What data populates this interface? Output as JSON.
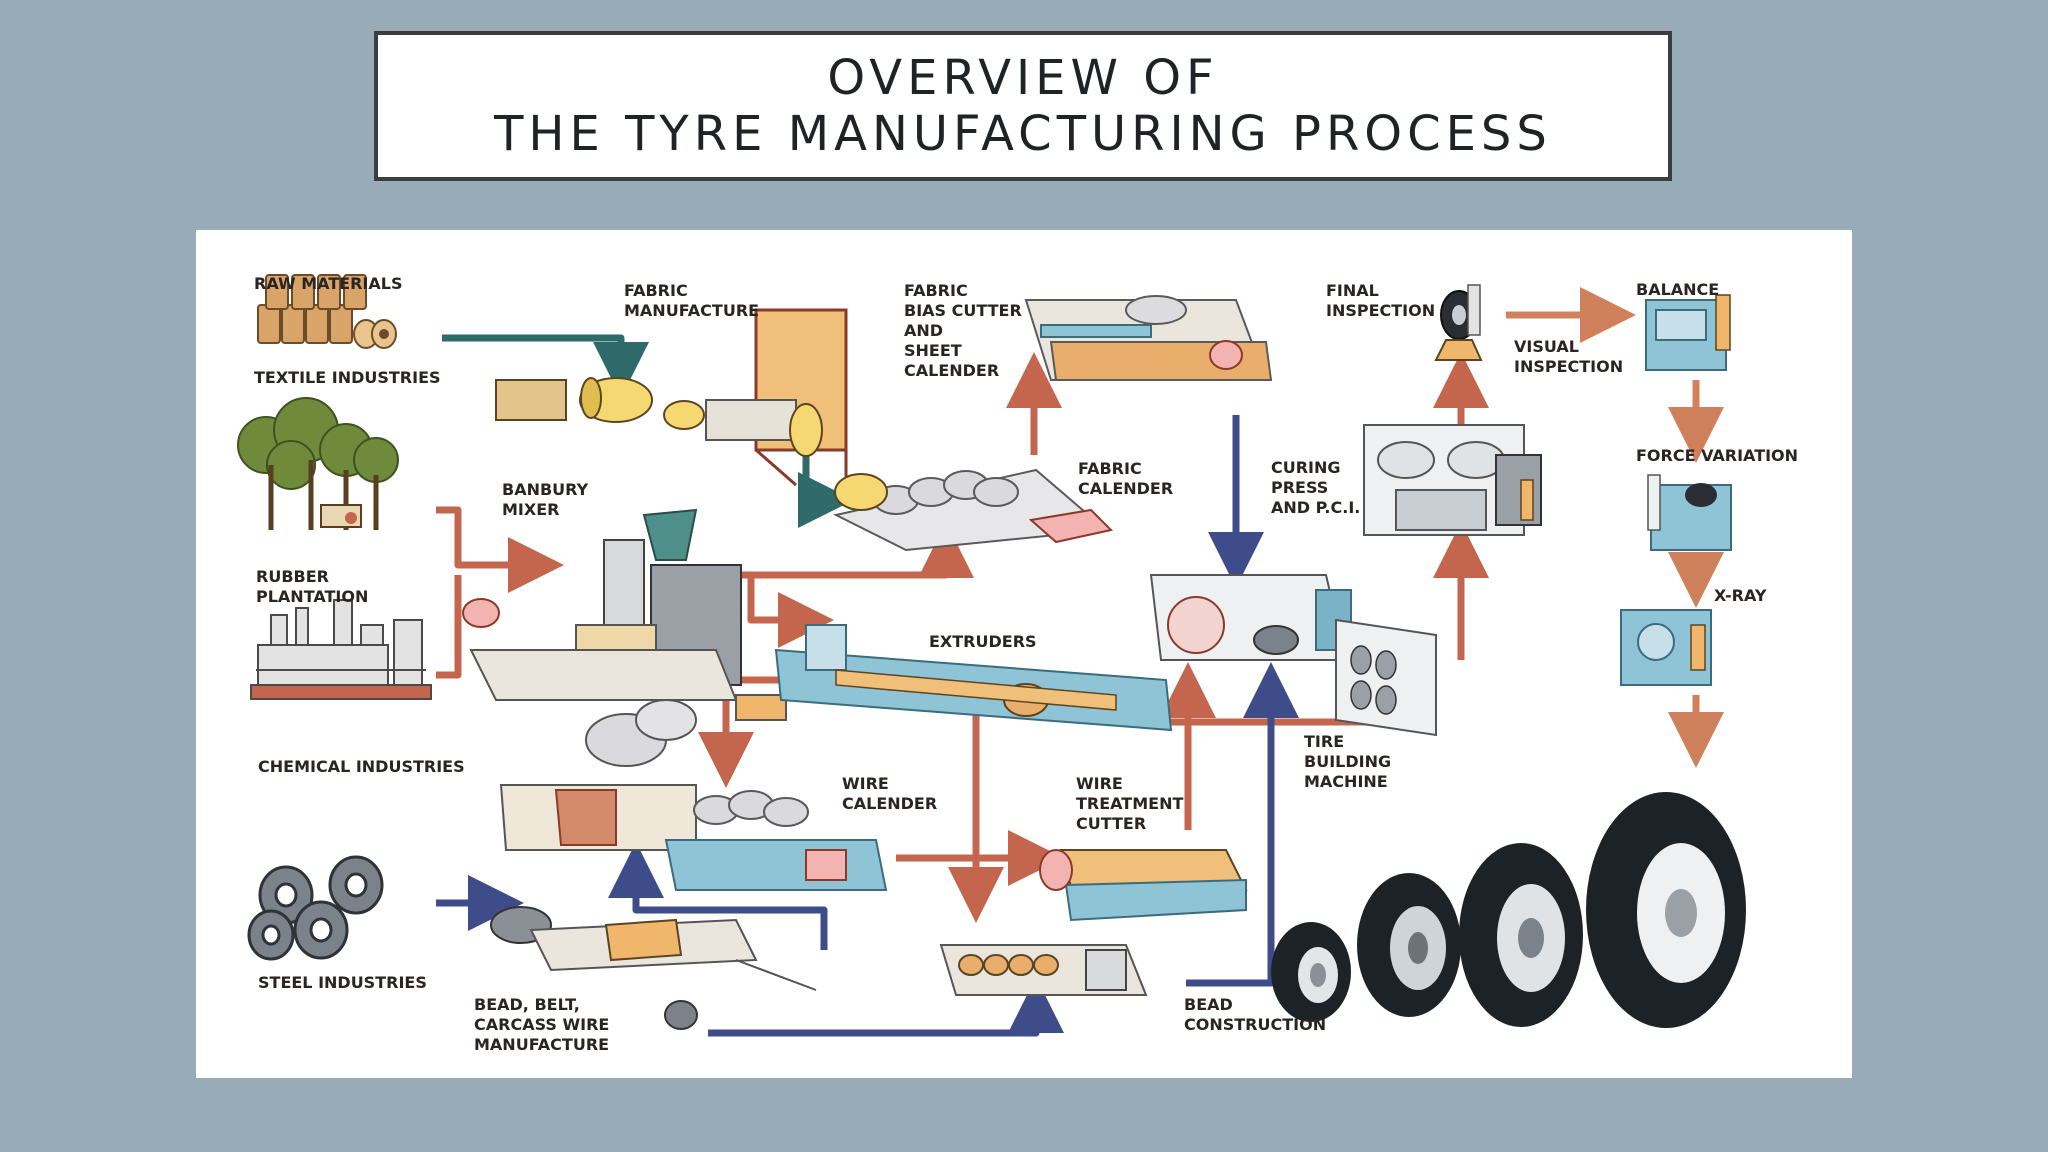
{
  "title": {
    "line1": "OVERVIEW OF",
    "line2": "THE TYRE MANUFACTURING PROCESS"
  },
  "colors": {
    "background": "#98acb7",
    "arrow_teal": "#2e6a6a",
    "arrow_red": "#c4664e",
    "arrow_navy": "#3e4d8a",
    "arrow_orange": "#d0805a",
    "machine_blue": "#8fc3d6",
    "tyre_dark": "#1c2226"
  },
  "labels": {
    "raw_materials": [
      "RAW MATERIALS"
    ],
    "textile_industries": [
      "TEXTILE INDUSTRIES"
    ],
    "rubber_plantation": [
      "RUBBER",
      "PLANTATION"
    ],
    "chemical_industries": [
      "CHEMICAL INDUSTRIES"
    ],
    "steel_industries": [
      "STEEL INDUSTRIES"
    ],
    "fabric_manufacture": [
      "FABRIC",
      "MANUFACTURE"
    ],
    "banbury_mixer": [
      "BANBURY",
      "MIXER"
    ],
    "bias_cutter": [
      "FABRIC",
      "BIAS CUTTER",
      "AND",
      "SHEET",
      "CALENDER"
    ],
    "fabric_calender": [
      "FABRIC",
      "CALENDER"
    ],
    "extruders": [
      "EXTRUDERS"
    ],
    "wire_calender": [
      "WIRE",
      "CALENDER"
    ],
    "wire_treatment_cutter": [
      "WIRE",
      "TREATMENT",
      "CUTTER"
    ],
    "bead_belt_carcass": [
      "BEAD, BELT,",
      "CARCASS WIRE",
      "MANUFACTURE"
    ],
    "bead_construction": [
      "BEAD",
      "CONSTRUCTION"
    ],
    "tire_building_machine": [
      "TIRE",
      "BUILDING",
      "MACHINE"
    ],
    "curing_press": [
      "CURING",
      "PRESS",
      "AND P.C.I."
    ],
    "final_inspection": [
      "FINAL",
      "INSPECTION"
    ],
    "visual_inspection": [
      "VISUAL",
      "INSPECTION"
    ],
    "balance": [
      "BALANCE"
    ],
    "force_variation": [
      "FORCE VARIATION"
    ],
    "xray": [
      "X-RAY"
    ]
  }
}
